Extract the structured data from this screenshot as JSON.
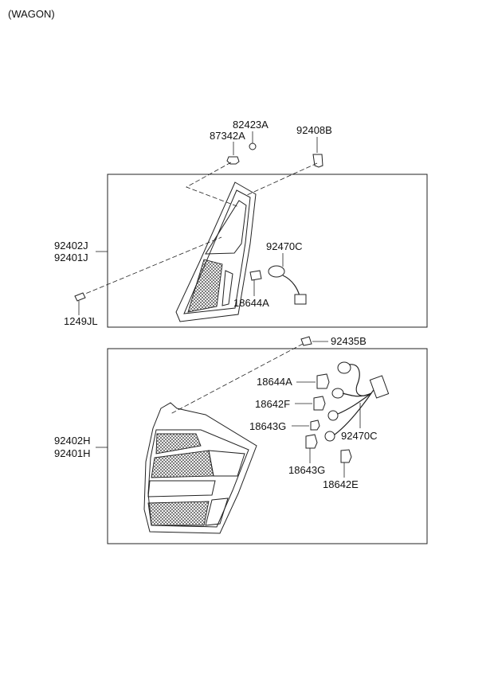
{
  "header": {
    "variant": "(WAGON)"
  },
  "labels": {
    "p82423A": "82423A",
    "p87342A": "87342A",
    "p92408B": "92408B",
    "p92402J": "92402J",
    "p92401J": "92401J",
    "p92470C_upper": "92470C",
    "p18644A_upper": "18644A",
    "p1249JL": "1249JL",
    "p92435B": "92435B",
    "p18644A_lower": "18644A",
    "p18642F": "18642F",
    "p18643G_left": "18643G",
    "p92470C_lower": "92470C",
    "p92402H": "92402H",
    "p92401H": "92401H",
    "p18643G_bottom": "18643G",
    "p18642E": "18642E"
  }
}
